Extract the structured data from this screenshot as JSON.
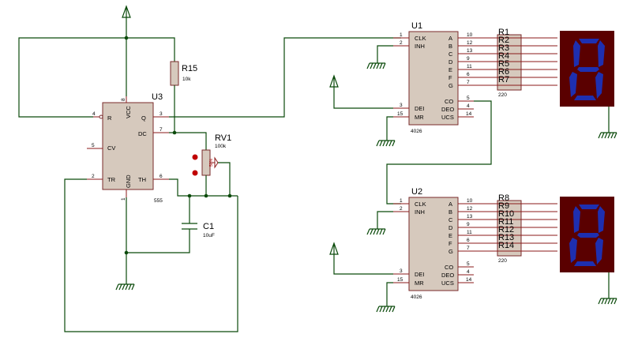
{
  "u3": {
    "ref": "U3",
    "part": "555",
    "pins": {
      "R": "R",
      "VCC": "VCC",
      "Q": "Q",
      "DC": "DC",
      "CV": "CV",
      "TR": "TR",
      "GND": "GND",
      "TH": "TH"
    },
    "pin_numbers": {
      "p4": "4",
      "p8": "8",
      "p3": "3",
      "p7": "7",
      "p5": "5",
      "p2": "2",
      "p1": "1",
      "p6": "6"
    }
  },
  "r15": {
    "ref": "R15",
    "value": "10k"
  },
  "rv1": {
    "ref": "RV1",
    "value": "100k",
    "setting": "50%"
  },
  "c1": {
    "ref": "C1",
    "value": "10uF"
  },
  "u1": {
    "ref": "U1",
    "part": "4026"
  },
  "u2": {
    "ref": "U2",
    "part": "4026"
  },
  "counter_pins": {
    "CLK": "CLK",
    "INH": "INH",
    "DEI": "DEI",
    "MR": "MR",
    "A": "A",
    "B": "B",
    "C": "C",
    "D": "D",
    "E": "E",
    "F": "F",
    "G": "G",
    "CO": "CO",
    "DEO": "DEO",
    "UCS": "UCS",
    "n1": "1",
    "n2": "2",
    "n3": "3",
    "n15": "15",
    "n10": "10",
    "n12": "12",
    "n13": "13",
    "n9": "9",
    "n11": "11",
    "n6": "6",
    "n7": "7",
    "n5": "5",
    "n4": "4",
    "n14": "14"
  },
  "top_resistors": [
    "R1",
    "R2",
    "R3",
    "R4",
    "R5",
    "R6",
    "R7"
  ],
  "bottom_resistors": [
    "R8",
    "R9",
    "R10",
    "R11",
    "R12",
    "R13",
    "R14"
  ],
  "resistor_value": "220"
}
